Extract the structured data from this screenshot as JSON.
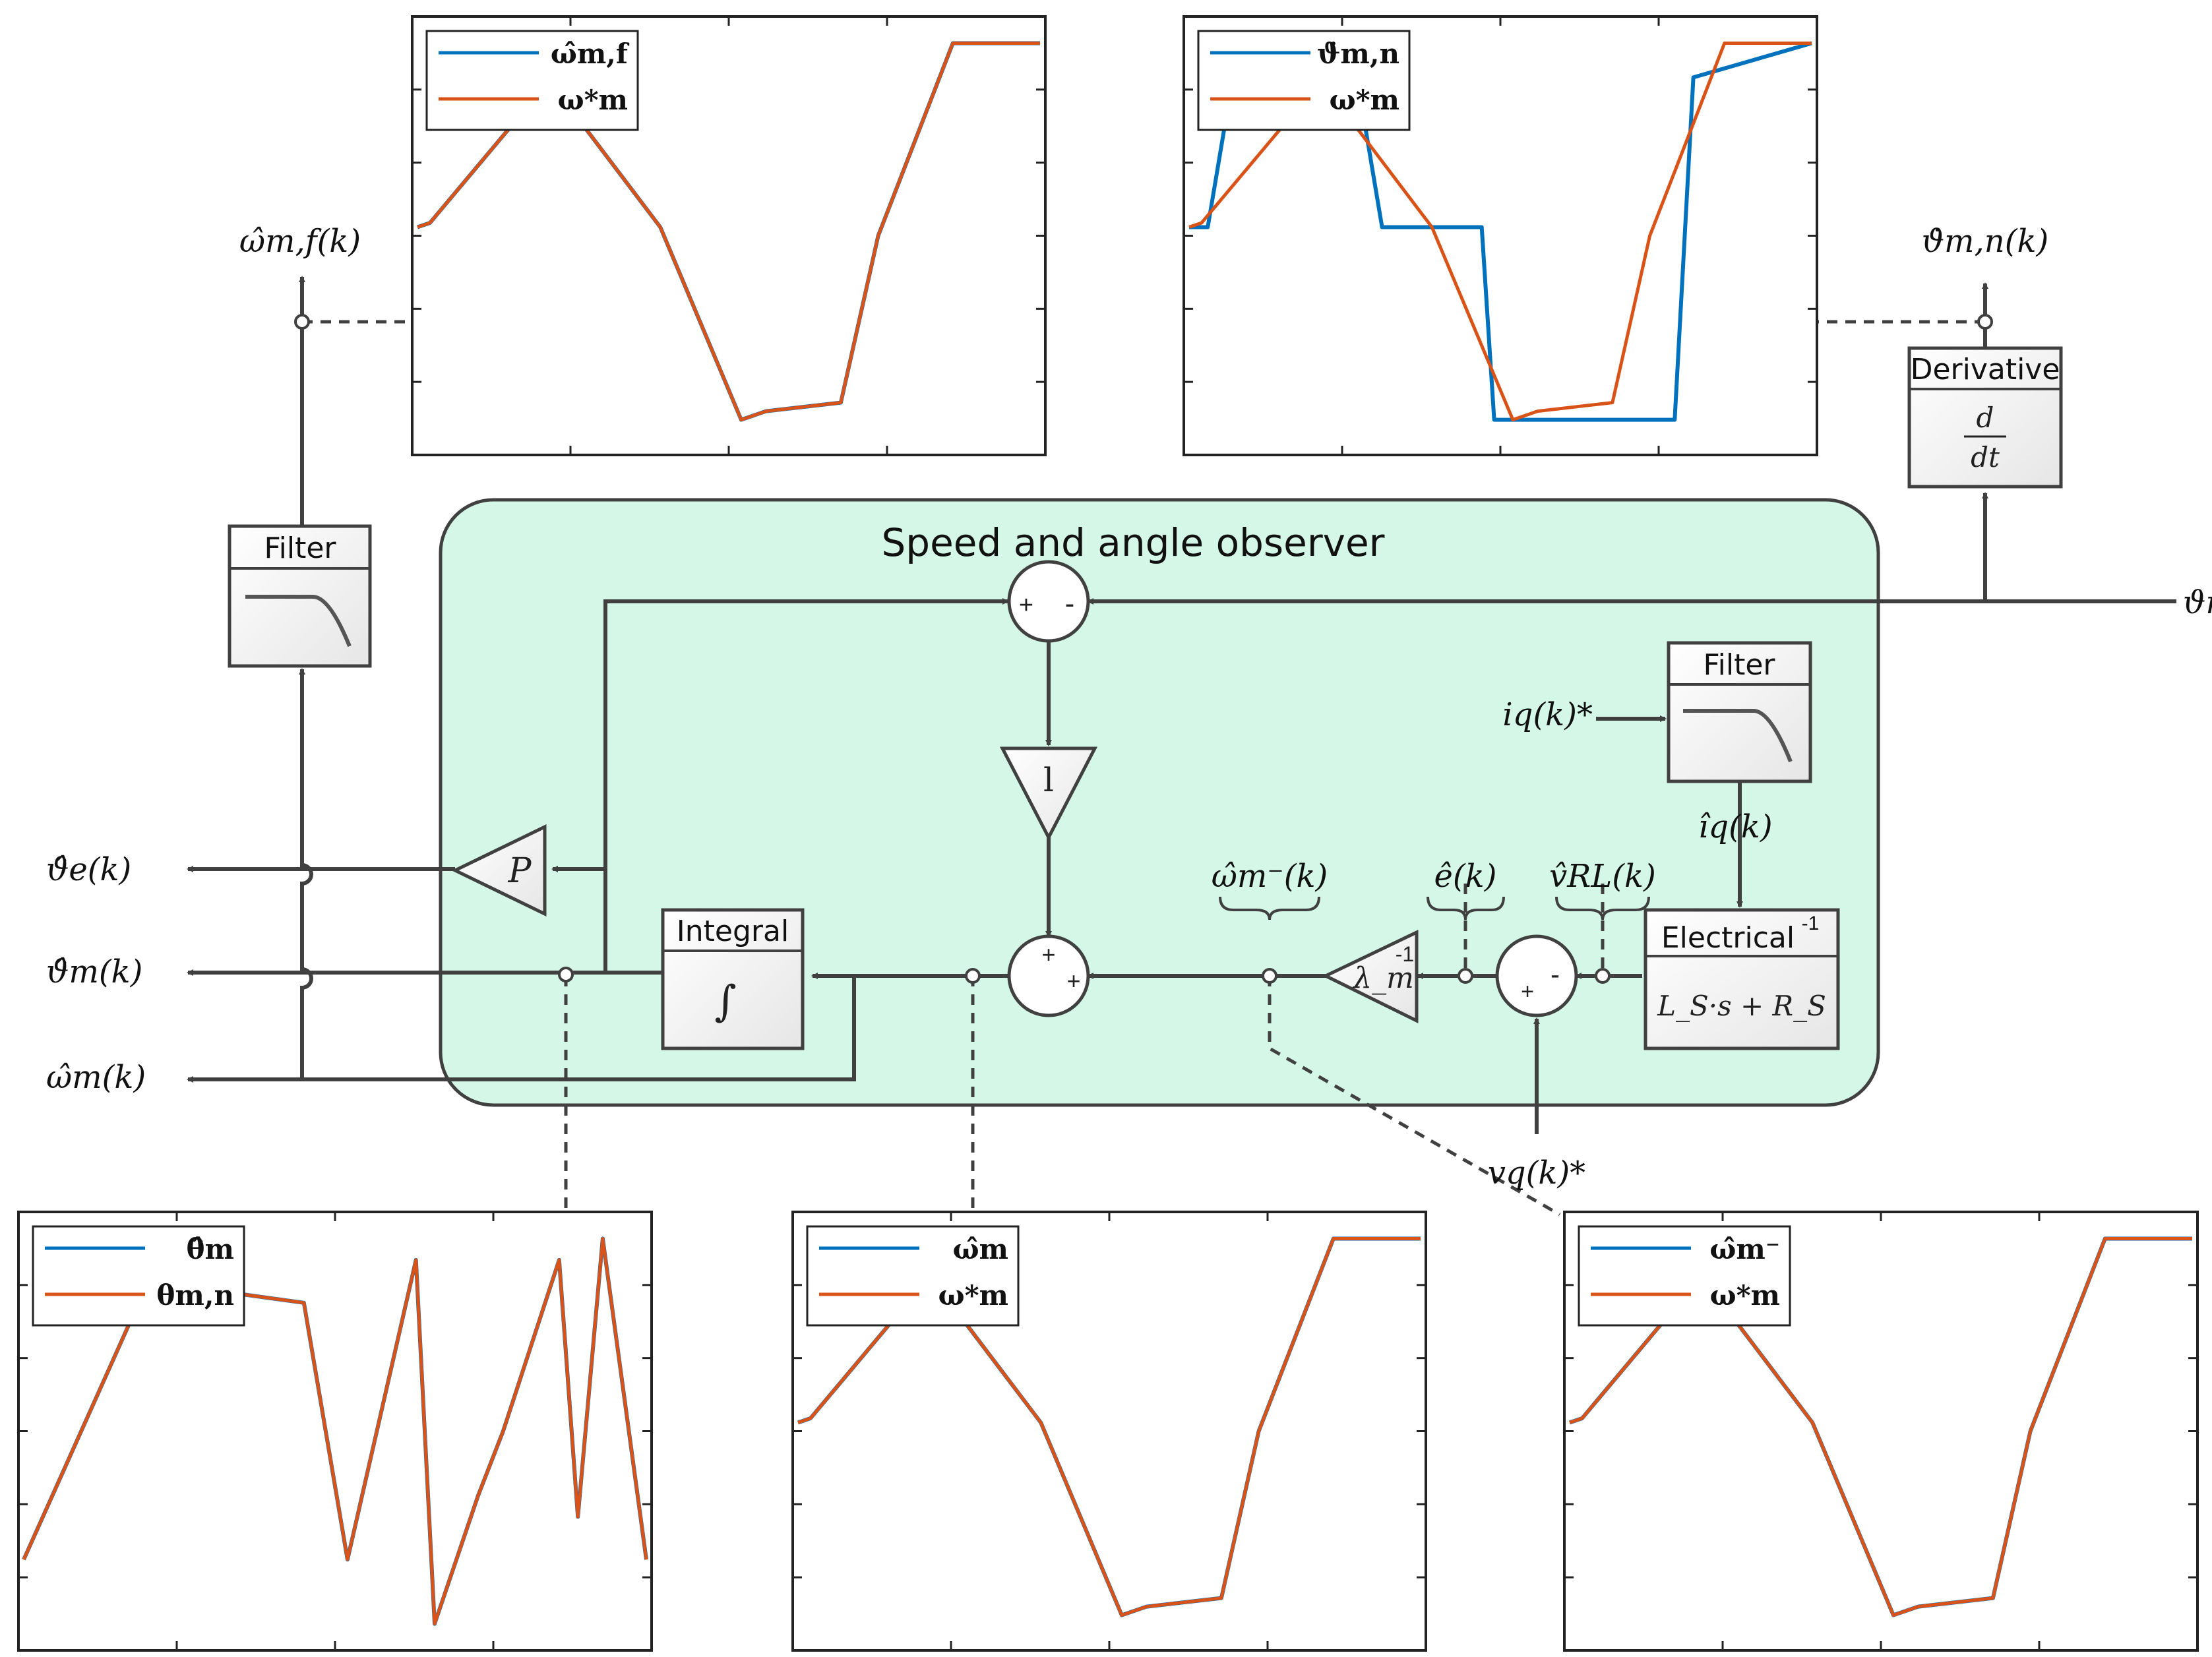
{
  "observer": {
    "title": "Speed and angle observer"
  },
  "blocks": {
    "filter_top": {
      "title": "Filter"
    },
    "filter_iq": {
      "title": "Filter"
    },
    "derivative": {
      "title": "Derivative",
      "num": "d",
      "den": "dt"
    },
    "integral": {
      "title": "Integral",
      "symbol": "∫"
    },
    "electrical": {
      "title": "Electrical",
      "sup": "-1",
      "formula": "L_S·s + R_S"
    },
    "gain_l": {
      "symbol": "l"
    },
    "gain_p": {
      "symbol": "P"
    },
    "gain_lambda": {
      "symbol": "λ_m",
      "sup": "-1"
    },
    "sum_top": {
      "signs": [
        "+",
        "-"
      ]
    },
    "sum_mid": {
      "signs": [
        "+",
        "+"
      ]
    },
    "sum_right": {
      "signs": [
        "+",
        "-"
      ]
    }
  },
  "signals": {
    "omega_mf_hat": "ω̂m,f(k)",
    "theta_mn_dot": "ϑ̇m,n(k)",
    "theta_mn": "ϑm,n(k)",
    "theta_e_hat": "ϑ̂e(k)",
    "theta_m_hat": "ϑ̂m(k)",
    "omega_m_hat": "ω̂m(k)",
    "iq_ref": "iq(k)*",
    "iq_hat": "îq(k)",
    "omega_minus": "ω̂m⁻(k)",
    "e_hat": "ê(k)",
    "v_rl_hat": "v̂RL(k)",
    "vq_ref": "vq(k)*"
  },
  "chart_data": [
    {
      "type": "line",
      "legend": [
        "ω̂m,f",
        "ω*m"
      ],
      "series": [
        {
          "name": "ω̂m,f",
          "color": "#0072BD",
          "x": [
            0,
            0.02,
            0.17,
            0.26,
            0.39,
            0.52,
            0.56,
            0.68,
            0.74,
            0.86,
            1.0
          ],
          "y": [
            0.52,
            0.53,
            0.79,
            0.77,
            0.52,
            0.07,
            0.09,
            0.11,
            0.5,
            0.95,
            0.95
          ]
        },
        {
          "name": "ω*m",
          "color": "#D95319",
          "x": [
            0,
            0.02,
            0.17,
            0.26,
            0.39,
            0.52,
            0.56,
            0.68,
            0.74,
            0.86,
            1.0
          ],
          "y": [
            0.52,
            0.53,
            0.79,
            0.77,
            0.52,
            0.07,
            0.09,
            0.11,
            0.5,
            0.95,
            0.95
          ]
        }
      ]
    },
    {
      "type": "line",
      "legend": [
        "ϑ̇m,n",
        "ω*m"
      ],
      "series": [
        {
          "name": "ϑ̇m,n",
          "color": "#0072BD",
          "x": [
            0,
            0.03,
            0.06,
            0.28,
            0.31,
            0.47,
            0.49,
            0.78,
            0.81,
            1.0
          ],
          "y": [
            0.52,
            0.52,
            0.78,
            0.78,
            0.52,
            0.52,
            0.07,
            0.07,
            0.87,
            0.95
          ]
        },
        {
          "name": "ω*m",
          "color": "#D95319",
          "x": [
            0,
            0.02,
            0.17,
            0.26,
            0.39,
            0.52,
            0.56,
            0.68,
            0.74,
            0.86,
            1.0
          ],
          "y": [
            0.52,
            0.53,
            0.79,
            0.77,
            0.52,
            0.07,
            0.09,
            0.11,
            0.5,
            0.95,
            0.95
          ]
        }
      ]
    },
    {
      "type": "line",
      "legend": [
        "θ̂m",
        "θm,n"
      ],
      "series": [
        {
          "name": "θ̂m",
          "color": "#0072BD",
          "x": [
            0,
            0.2,
            0.45,
            0.52,
            0.63,
            0.66,
            0.73,
            0.77,
            0.86,
            0.89,
            0.93,
            1.0
          ],
          "y": [
            0.2,
            0.85,
            0.8,
            0.2,
            0.9,
            0.05,
            0.35,
            0.5,
            0.9,
            0.3,
            0.95,
            0.2
          ]
        },
        {
          "name": "θm,n",
          "color": "#D95319",
          "x": [
            0,
            0.2,
            0.45,
            0.52,
            0.63,
            0.66,
            0.73,
            0.77,
            0.86,
            0.89,
            0.93,
            1.0
          ],
          "y": [
            0.2,
            0.85,
            0.8,
            0.2,
            0.9,
            0.05,
            0.35,
            0.5,
            0.9,
            0.3,
            0.95,
            0.2
          ]
        }
      ]
    },
    {
      "type": "line",
      "legend": [
        "ω̂m",
        "ω*m"
      ],
      "series": [
        {
          "name": "ω̂m",
          "color": "#0072BD",
          "x": [
            0,
            0.02,
            0.17,
            0.26,
            0.39,
            0.52,
            0.56,
            0.68,
            0.74,
            0.86,
            1.0
          ],
          "y": [
            0.52,
            0.53,
            0.79,
            0.77,
            0.52,
            0.07,
            0.09,
            0.11,
            0.5,
            0.95,
            0.95
          ]
        },
        {
          "name": "ω*m",
          "color": "#D95319",
          "x": [
            0,
            0.02,
            0.17,
            0.26,
            0.39,
            0.52,
            0.56,
            0.68,
            0.74,
            0.86,
            1.0
          ],
          "y": [
            0.52,
            0.53,
            0.79,
            0.77,
            0.52,
            0.07,
            0.09,
            0.11,
            0.5,
            0.95,
            0.95
          ]
        }
      ]
    },
    {
      "type": "line",
      "legend": [
        "ω̂m⁻",
        "ω*m"
      ],
      "series": [
        {
          "name": "ω̂m⁻",
          "color": "#0072BD",
          "x": [
            0,
            0.02,
            0.17,
            0.26,
            0.39,
            0.52,
            0.56,
            0.68,
            0.74,
            0.86,
            1.0
          ],
          "y": [
            0.52,
            0.53,
            0.79,
            0.77,
            0.52,
            0.07,
            0.09,
            0.11,
            0.5,
            0.95,
            0.95
          ]
        },
        {
          "name": "ω*m",
          "color": "#D95319",
          "x": [
            0,
            0.02,
            0.17,
            0.26,
            0.39,
            0.52,
            0.56,
            0.68,
            0.74,
            0.86,
            1.0
          ],
          "y": [
            0.52,
            0.53,
            0.79,
            0.77,
            0.52,
            0.07,
            0.09,
            0.11,
            0.5,
            0.95,
            0.95
          ]
        }
      ]
    }
  ],
  "colors": {
    "observer_fill": "#d4f7e8",
    "series_blue": "#0072BD",
    "series_orange": "#D95319",
    "wire": "#404040"
  }
}
